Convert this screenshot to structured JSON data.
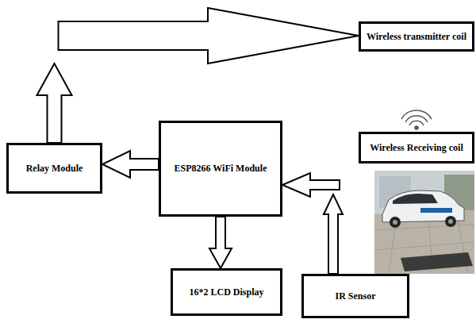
{
  "diagram": {
    "nodes": [
      {
        "text": [
          "Wireless transmitter coil"
        ]
      },
      {
        "text": [
          "Relay Module"
        ]
      },
      {
        "text": [
          "ESP8266 WiFi Module"
        ]
      },
      {
        "text": [
          "Wireless Receiving coil"
        ]
      },
      {
        "text": [
          "16*2 LCD Display"
        ]
      },
      {
        "text": [
          "IR Sensor"
        ]
      }
    ],
    "edges": [
      {
        "from": 1,
        "to": 0,
        "arrow": "to"
      },
      {
        "from": 2,
        "to": 1,
        "arrow": "to"
      },
      {
        "from": 5,
        "to": 2,
        "arrow": "to"
      },
      {
        "from": 2,
        "to": 4,
        "arrow": "to"
      }
    ]
  }
}
